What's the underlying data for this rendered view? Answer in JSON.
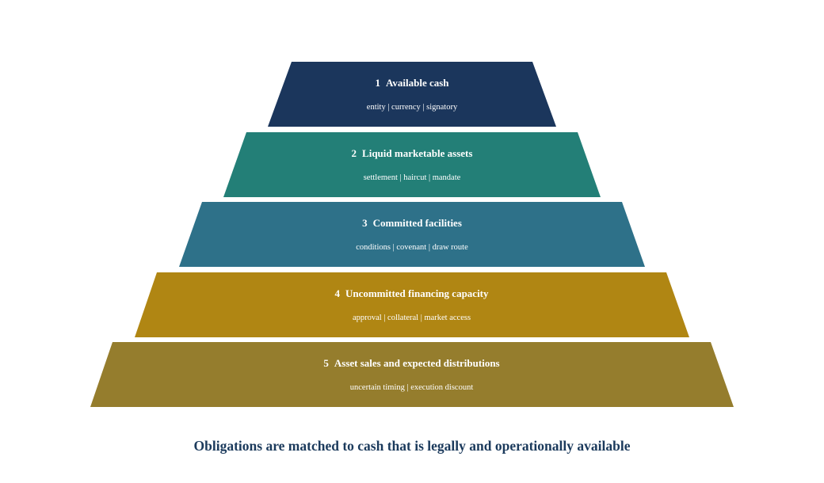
{
  "tiers": [
    {
      "number": "1",
      "title": "Available cash",
      "subtitle": "entity | currency | signatory",
      "color": "#1b365c"
    },
    {
      "number": "2",
      "title": "Liquid marketable assets",
      "subtitle": "settlement | haircut | mandate",
      "color": "#237f77"
    },
    {
      "number": "3",
      "title": "Committed facilities",
      "subtitle": "conditions | covenant | draw route",
      "color": "#2e7189"
    },
    {
      "number": "4",
      "title": "Uncommitted financing capacity",
      "subtitle": "approval | collateral | market access",
      "color": "#b08613"
    },
    {
      "number": "5",
      "title": "Asset sales and expected distributions",
      "subtitle": "uncertain timing | execution discount",
      "color": "#957d2d"
    }
  ],
  "caption": "Obligations are matched to cash that is legally and operationally available"
}
